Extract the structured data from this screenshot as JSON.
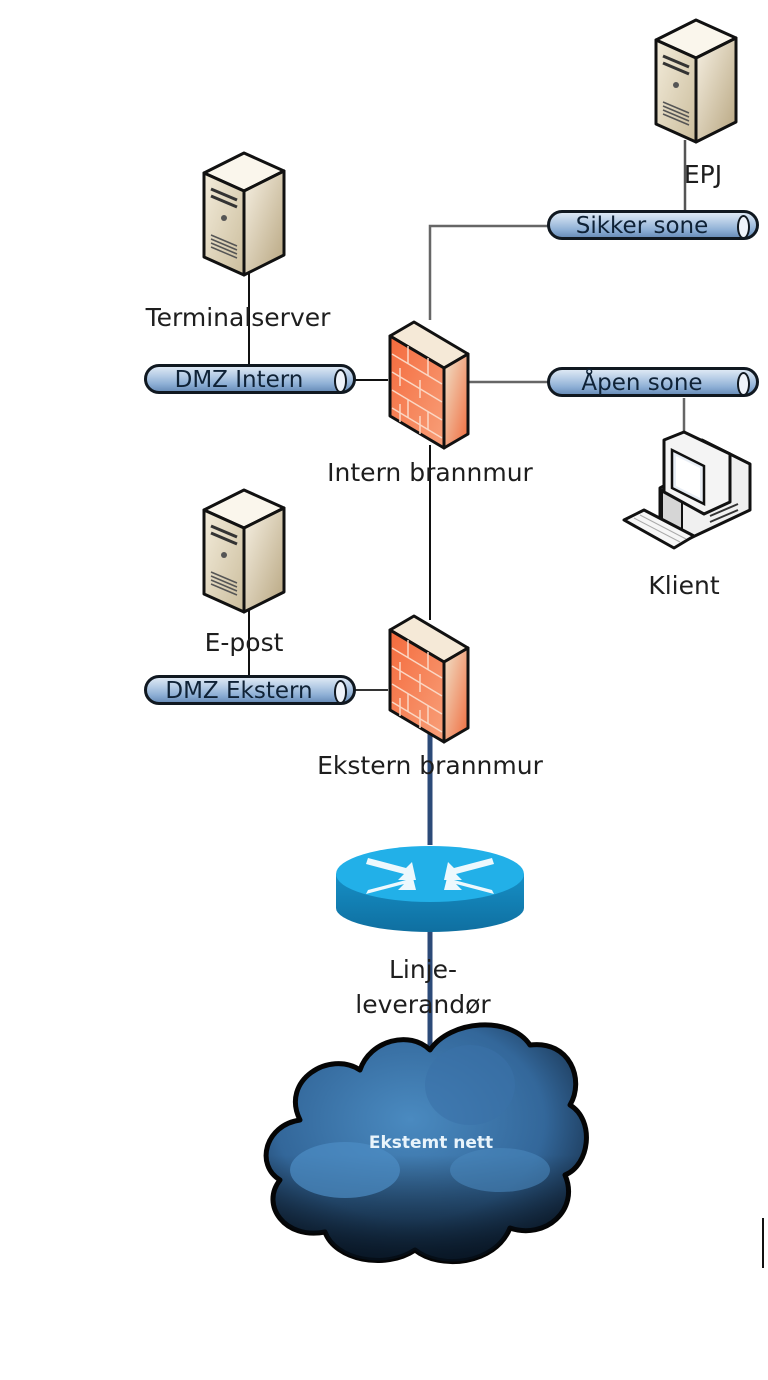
{
  "diagram": {
    "title": "",
    "nodes": {
      "epj": {
        "label": "EPJ",
        "type": "server-icon"
      },
      "terminalserver": {
        "label": "Terminalserver",
        "type": "server-icon"
      },
      "epost": {
        "label": "E-post",
        "type": "server-icon"
      },
      "klient": {
        "label": "Klient",
        "type": "workstation-icon"
      },
      "intern_brannmur": {
        "label": "Intern brannmur",
        "type": "firewall-icon"
      },
      "ekstern_brannmur": {
        "label": "Ekstern brannmur",
        "type": "firewall-icon"
      },
      "router": {
        "label_line1": "Linje-",
        "label_line2": "leverandør",
        "type": "router-icon"
      },
      "cloud": {
        "label": "Ekstemt nett",
        "type": "cloud-icon"
      }
    },
    "segments": {
      "sikker_sone": {
        "label": "Sikker sone"
      },
      "dmz_intern": {
        "label": "DMZ Intern"
      },
      "apen_sone": {
        "label": "Åpen sone"
      },
      "dmz_ekstern": {
        "label": "DMZ Ekstern"
      }
    },
    "connections": [
      {
        "from": "epj",
        "to": "sikker_sone"
      },
      {
        "from": "sikker_sone",
        "to": "intern_brannmur"
      },
      {
        "from": "terminalserver",
        "to": "dmz_intern"
      },
      {
        "from": "dmz_intern",
        "to": "intern_brannmur"
      },
      {
        "from": "intern_brannmur",
        "to": "apen_sone"
      },
      {
        "from": "apen_sone",
        "to": "klient"
      },
      {
        "from": "intern_brannmur",
        "to": "ekstern_brannmur"
      },
      {
        "from": "epost",
        "to": "dmz_ekstern"
      },
      {
        "from": "dmz_ekstern",
        "to": "ekstern_brannmur"
      },
      {
        "from": "ekstern_brannmur",
        "to": "router"
      },
      {
        "from": "router",
        "to": "cloud"
      }
    ],
    "colors": {
      "line": "#404040",
      "wan_line": "#2c4a78",
      "firewall": "#f07848",
      "router": "#1aa3dc",
      "cloud": "#3f7bb0",
      "server": "#e8dcc0",
      "bus": "#a9c2e0"
    }
  }
}
